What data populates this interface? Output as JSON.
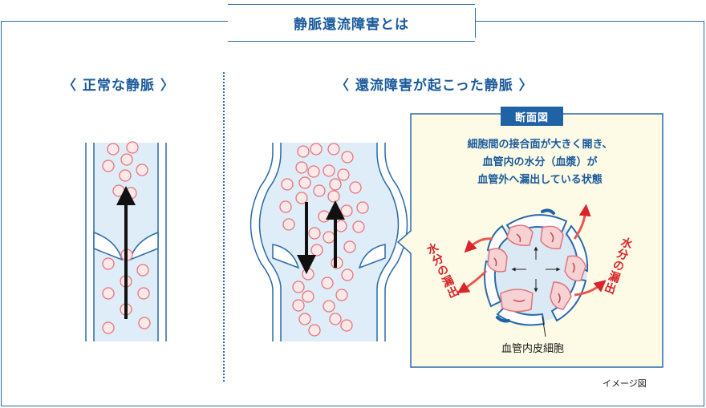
{
  "title": "静脈還流障害とは",
  "left_heading": "〈 正常な静脈 〉",
  "right_heading": "〈 還流障害が起こった静脈 〉",
  "section_badge": "断面図",
  "description_lines": [
    "細胞間の接合面が大きく開き、",
    "血管内の水分（血漿）が",
    "血管外へ漏出している状態"
  ],
  "cell_label": "血管内皮細胞",
  "leak_label": "水分の漏出",
  "image_note": "イメージ図",
  "colors": {
    "frame_blue": "#2a6aa8",
    "vessel_fill": "#deedf7",
    "cross_section_fill": "#fdfbe6",
    "blood_cell": "#e8747c",
    "leak_red": "#d8242a",
    "badge_blue": "#1f63a6"
  }
}
